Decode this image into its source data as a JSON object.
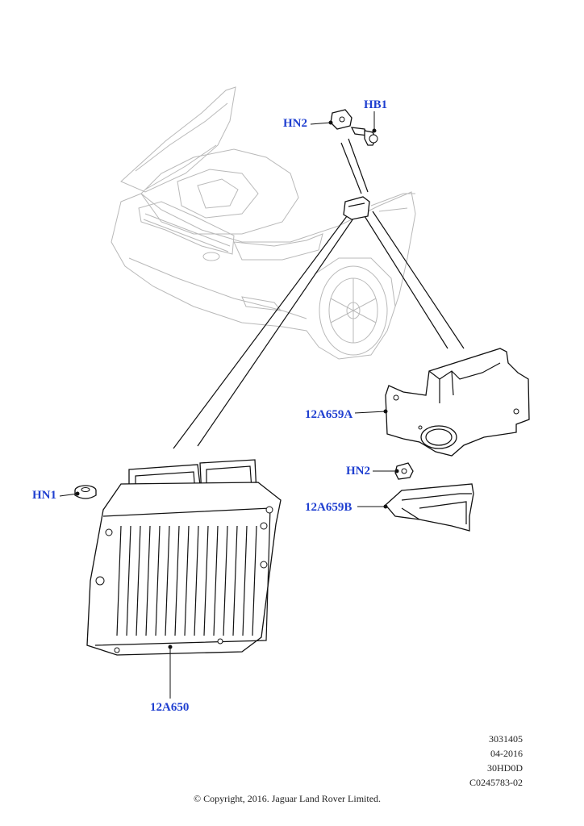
{
  "callouts": {
    "hb1": "HB1",
    "hn2_top": "HN2",
    "hn1": "HN1",
    "hn2_bottom": "HN2",
    "bracket_a": "12A659A",
    "bracket_b": "12A659B",
    "ecm": "12A650"
  },
  "reference": {
    "code": "3031405",
    "date": "04-2016",
    "model": "30HD0D",
    "catalog": "C0245783-02"
  },
  "copyright": "© Copyright, 2016. Jaguar Land Rover Limited.",
  "colors": {
    "callout": "#1f3fd0",
    "ghost_vehicle": "#b9b9b9",
    "part_line": "#111111"
  },
  "icons": {
    "vehicle": "vehicle-front-icon",
    "ecm": "engine-control-module-icon"
  }
}
